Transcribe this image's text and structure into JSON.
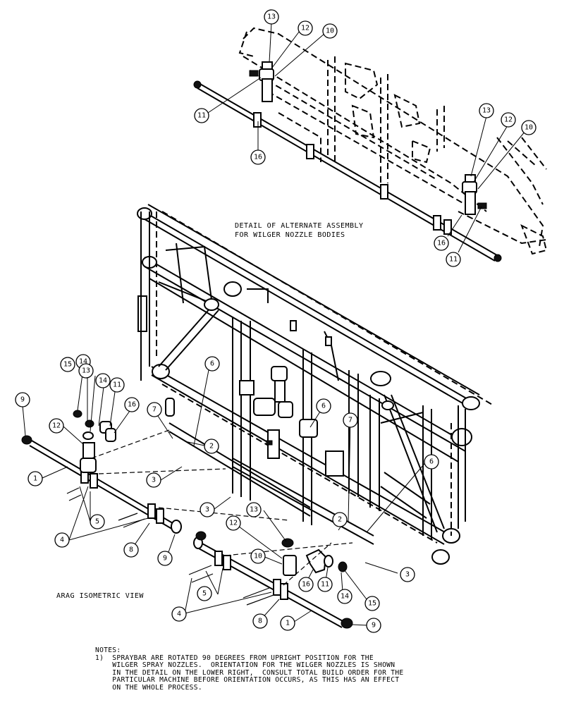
{
  "detail_title": [
    "DETAIL OF ALTERNATE ASSEMBLY",
    "FOR WILGER NOZZLE BODIES"
  ],
  "view_label": "ARAG ISOMETRIC VIEW",
  "notes": {
    "heading": "NOTES:",
    "lines": [
      "1)  SPRAYBAR ARE ROTATED 90 DEGREES FROM UPRIGHT POSITION FOR THE",
      "    WILGER SPRAY NOZZLES.  ORIENTATION FOR THE WILGER NOZZLES IS SHOWN",
      "    IN THE DETAIL ON THE LOWER RIGHT,  CONSULT TOTAL BUILD ORDER FOR THE",
      "    PARTICULAR MACHINE BEFORE ORIENTATION OCCURS, AS THIS HAS AN EFFECT",
      "    ON THE WHOLE PROCESS."
    ]
  },
  "callouts": [
    {
      "id": "d-13a",
      "label": "13"
    },
    {
      "id": "d-12a",
      "label": "12"
    },
    {
      "id": "d-10a",
      "label": "10"
    },
    {
      "id": "d-11a",
      "label": "11"
    },
    {
      "id": "d-16a",
      "label": "16"
    },
    {
      "id": "d-13b",
      "label": "13"
    },
    {
      "id": "d-12b",
      "label": "12"
    },
    {
      "id": "d-10b",
      "label": "10"
    },
    {
      "id": "d-16b",
      "label": "16"
    },
    {
      "id": "d-11b",
      "label": "11"
    },
    {
      "id": "l-14a",
      "label": "14"
    },
    {
      "id": "l-15a",
      "label": "15"
    },
    {
      "id": "l-13",
      "label": "13"
    },
    {
      "id": "l-14b",
      "label": "14"
    },
    {
      "id": "l-11",
      "label": "11"
    },
    {
      "id": "l-16",
      "label": "16"
    },
    {
      "id": "l-12",
      "label": "12"
    },
    {
      "id": "l-9a",
      "label": "9"
    },
    {
      "id": "l-1a",
      "label": "1"
    },
    {
      "id": "l-7a",
      "label": "7"
    },
    {
      "id": "l-6a",
      "label": "6"
    },
    {
      "id": "l-2a",
      "label": "2"
    },
    {
      "id": "l-3a",
      "label": "3"
    },
    {
      "id": "l-3b",
      "label": "3"
    },
    {
      "id": "l-5a",
      "label": "5"
    },
    {
      "id": "l-4a",
      "label": "4"
    },
    {
      "id": "l-8a",
      "label": "8"
    },
    {
      "id": "l-9b",
      "label": "9"
    },
    {
      "id": "l-6b",
      "label": "6"
    },
    {
      "id": "l-7b",
      "label": "7"
    },
    {
      "id": "l-6c",
      "label": "6"
    },
    {
      "id": "l-2b",
      "label": "2"
    },
    {
      "id": "l-3c",
      "label": "3"
    },
    {
      "id": "r-13",
      "label": "13"
    },
    {
      "id": "r-12",
      "label": "12"
    },
    {
      "id": "r-10",
      "label": "10"
    },
    {
      "id": "r-16",
      "label": "16"
    },
    {
      "id": "r-11",
      "label": "11"
    },
    {
      "id": "r-14",
      "label": "14"
    },
    {
      "id": "r-15",
      "label": "15"
    },
    {
      "id": "r-5",
      "label": "5"
    },
    {
      "id": "r-4",
      "label": "4"
    },
    {
      "id": "r-8",
      "label": "8"
    },
    {
      "id": "r-1",
      "label": "1"
    },
    {
      "id": "r-9",
      "label": "9"
    }
  ]
}
